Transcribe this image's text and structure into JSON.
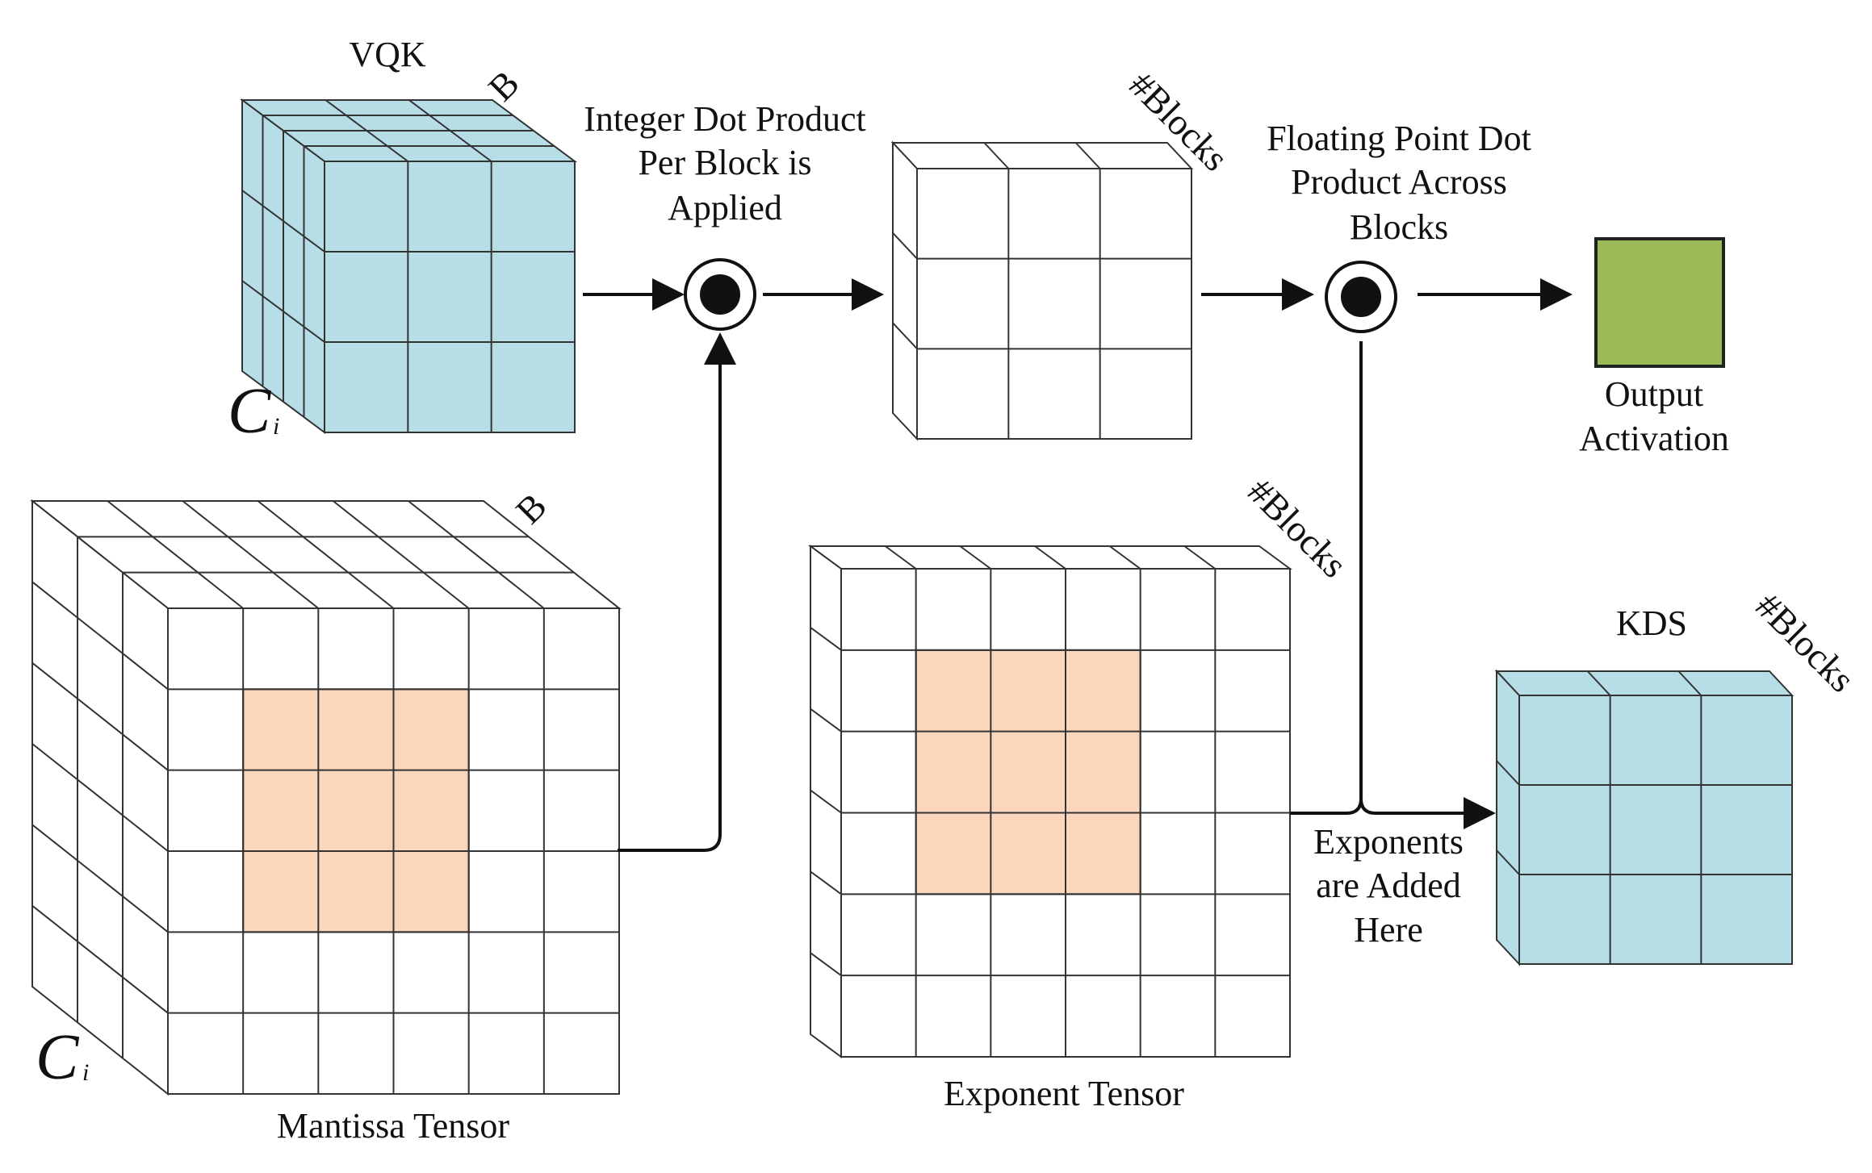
{
  "labels": {
    "vqk": "VQK",
    "vqk_b": "B",
    "vqk_ci_main": "C",
    "vqk_ci_sub": "i",
    "int_dot_1": "Integer Dot Product",
    "int_dot_2": "Per Block is",
    "int_dot_3": "Applied",
    "mid_blocks": "#Blocks",
    "fp_dot_1": "Floating Point Dot",
    "fp_dot_2": "Product Across",
    "fp_dot_3": "Blocks",
    "output_1": "Output",
    "output_2": "Activation",
    "mantissa_b": "B",
    "mantissa_ci_main": "C",
    "mantissa_ci_sub": "i",
    "mantissa": "Mantissa Tensor",
    "exp_blocks": "#Blocks",
    "exponent": "Exponent Tensor",
    "exps_added_1": "Exponents",
    "exps_added_2": "are Added",
    "exps_added_3": "Here",
    "kds": "KDS",
    "kds_blocks": "#Blocks"
  },
  "colors": {
    "blue": "#b7dde6",
    "orange": "#fad7bc",
    "green": "#9bbb59",
    "white": "#ffffff",
    "line": "#333333",
    "arrow": "#111111"
  }
}
